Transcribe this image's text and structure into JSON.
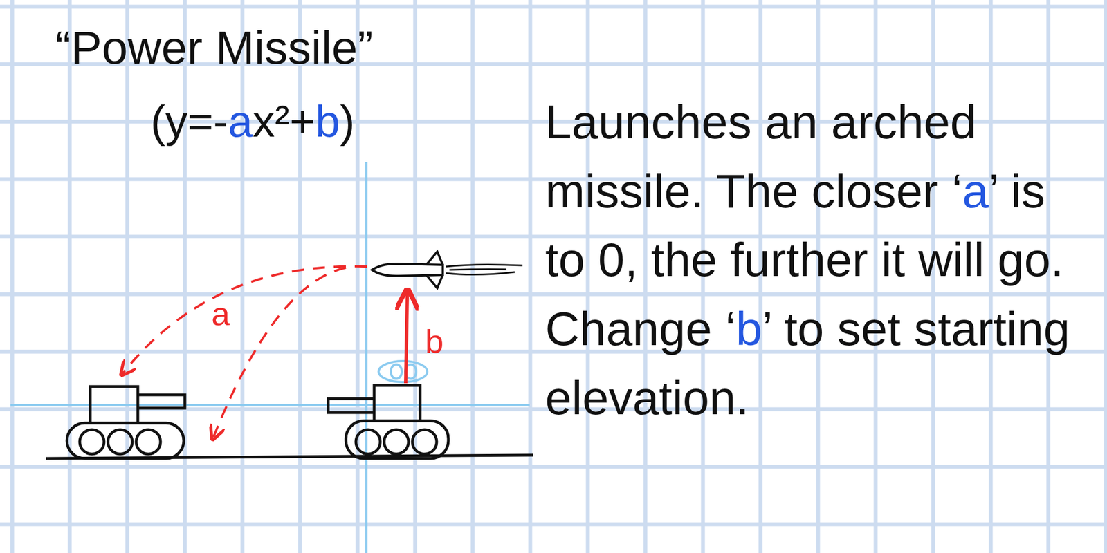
{
  "diagram": {
    "title": "“Power Missile”",
    "labels": [
      "(y=-",
      "a",
      "x²",
      "+",
      "b",
      ")",
      "Launches an arched missile. The closer ‘",
      "a",
      "’ is to 0, the further it will go. Change ‘",
      "b",
      "’ to set starting elevation.",
      "a",
      "b"
    ]
  }
}
